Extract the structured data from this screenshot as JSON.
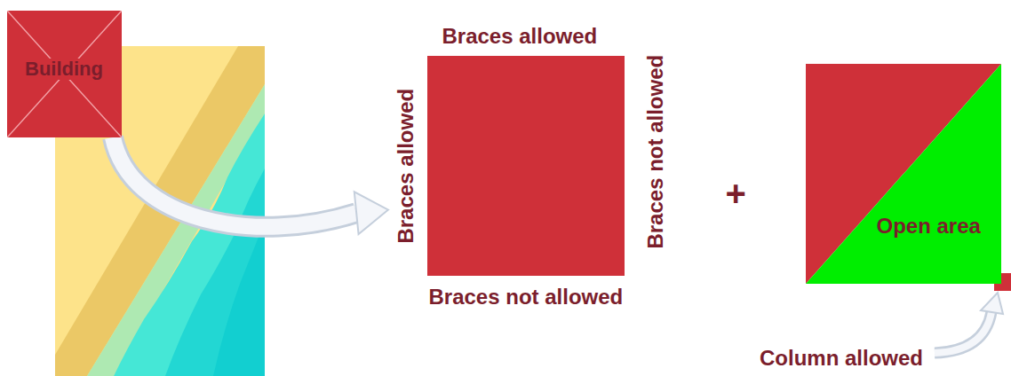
{
  "diagram": {
    "nodes": [
      {
        "text": [
          "Building"
        ]
      },
      {
        "text": [
          "Braces allowed",
          "Braces allowed",
          "Braces not allowed",
          "Braces not allowed"
        ]
      },
      {
        "text": [
          "Open area"
        ]
      }
    ],
    "edges": [
      {
        "from": 0,
        "to": 1,
        "arrow": "to"
      }
    ],
    "labels": [
      "+",
      "Column allowed"
    ]
  }
}
